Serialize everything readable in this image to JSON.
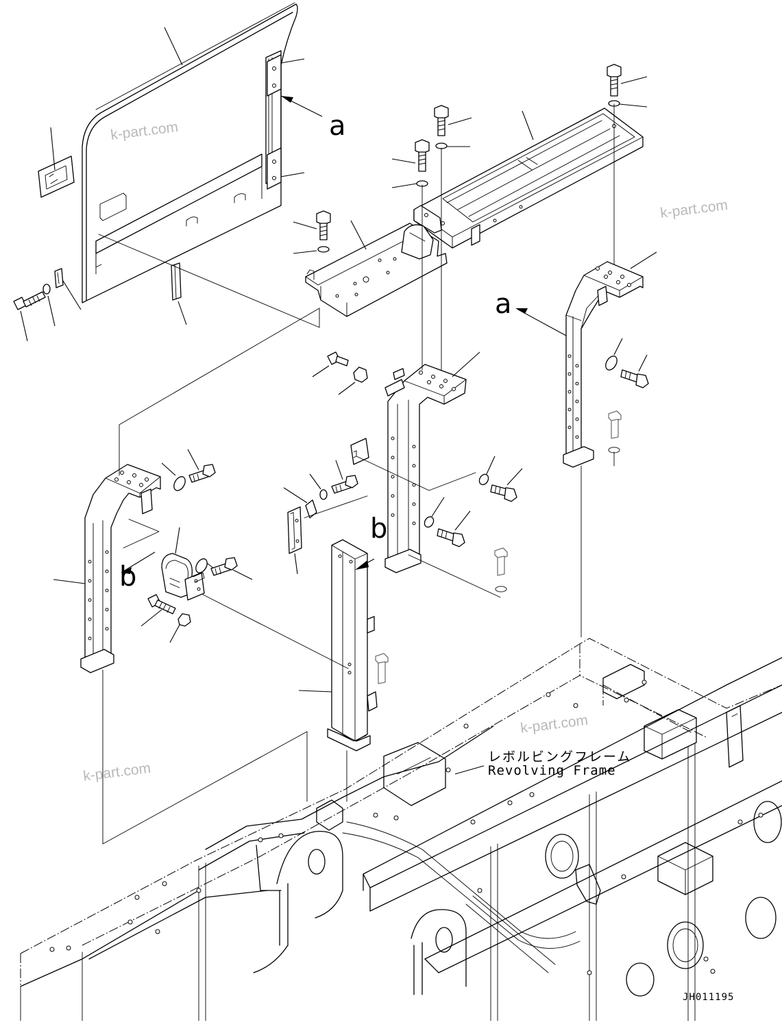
{
  "labels": {
    "view_a_top": "a",
    "view_a_right": "a",
    "view_b_left": "b",
    "view_b_mid": "b"
  },
  "frame_label": {
    "japanese": "レボルビングフレーム",
    "english": "Revolving Frame"
  },
  "watermarks": [
    "k-part.com",
    "k-part.com",
    "k-part.com",
    "k-part.com"
  ],
  "drawing_code": "JH011195"
}
